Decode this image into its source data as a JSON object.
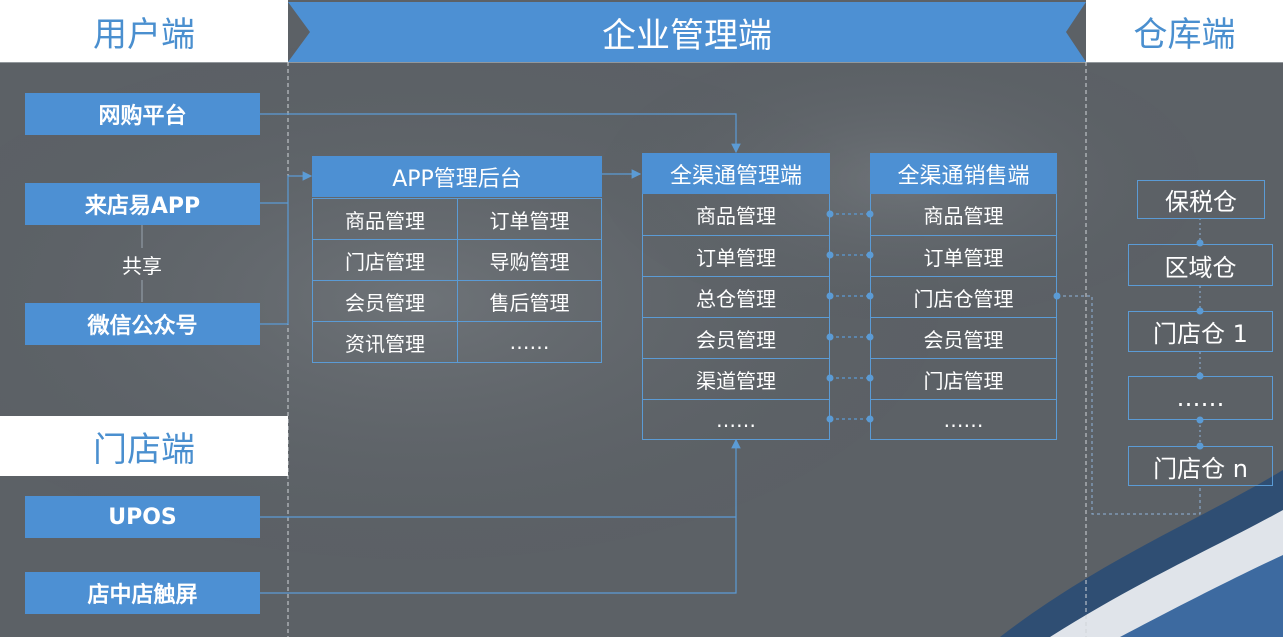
{
  "headers": {
    "user_side": "用户端",
    "enterprise": "企业管理端",
    "warehouse": "仓库端",
    "store_side": "门店端"
  },
  "user_sources": [
    "网购平台",
    "来店易APP",
    "微信公众号"
  ],
  "share_label": "共享",
  "store_sources": [
    "UPOS",
    "店中店触屏"
  ],
  "app_backend": {
    "title": "APP管理后台",
    "cells": [
      "商品管理",
      "订单管理",
      "门店管理",
      "导购管理",
      "会员管理",
      "售后管理",
      "资讯管理",
      "……"
    ]
  },
  "omni_mgmt": {
    "title": "全渠通管理端",
    "items": [
      "商品管理",
      "订单管理",
      "总仓管理",
      "会员管理",
      "渠道管理",
      "……"
    ]
  },
  "omni_sales": {
    "title": "全渠通销售端",
    "items": [
      "商品管理",
      "订单管理",
      "门店仓管理",
      "会员管理",
      "门店管理",
      "……"
    ]
  },
  "warehouses": [
    "保税仓",
    "区域仓",
    "门店仓 1",
    "……",
    "门店仓 n"
  ],
  "colors": {
    "accent_blue": "#4d90d3",
    "line_blue": "#5b9bd5",
    "header_text_blue": "#4a8fcf",
    "background_gray": "#5c6166",
    "white": "#ffffff"
  }
}
